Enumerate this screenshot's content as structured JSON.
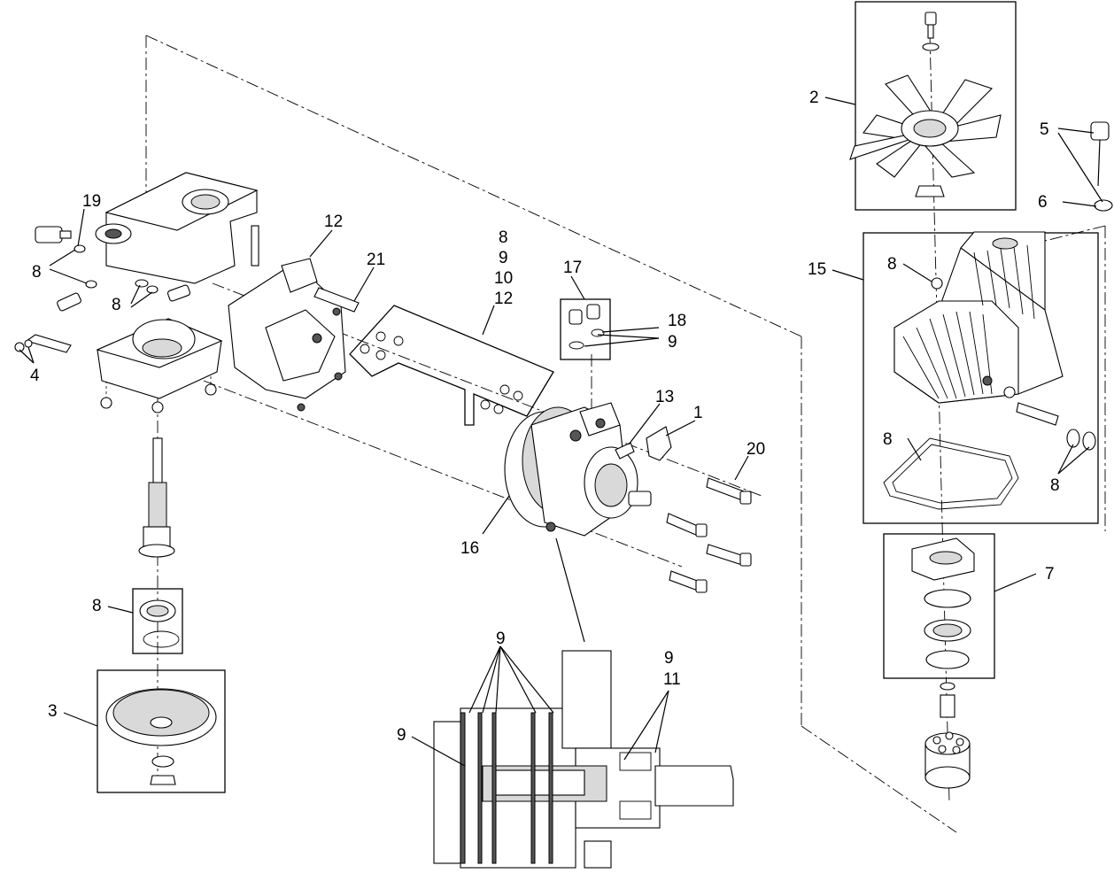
{
  "callouts": {
    "c1": "1",
    "c2": "2",
    "c3": "3",
    "c4": "4",
    "c5": "5",
    "c6": "6",
    "c7": "7",
    "c8a": "8",
    "c8b": "8",
    "c8c": "8",
    "c8d": "8",
    "c8e": "8",
    "c8f": "8",
    "c8g": "8",
    "c9a": "9",
    "c9b": "9",
    "c9c": "9",
    "c9d": "9",
    "c9e": "9",
    "c10": "10",
    "c11": "11",
    "c12a": "12",
    "c12b": "12",
    "c13": "13",
    "c15": "15",
    "c16": "16",
    "c17": "17",
    "c18": "18",
    "c19": "19",
    "c20": "20",
    "c21": "21"
  },
  "icons": {
    "fan": "cooling-fan-icon",
    "housing": "housing-icon",
    "pump": "hydraulic-pump-icon",
    "pulley": "pulley-icon",
    "cross_section": "cross-section-icon"
  }
}
